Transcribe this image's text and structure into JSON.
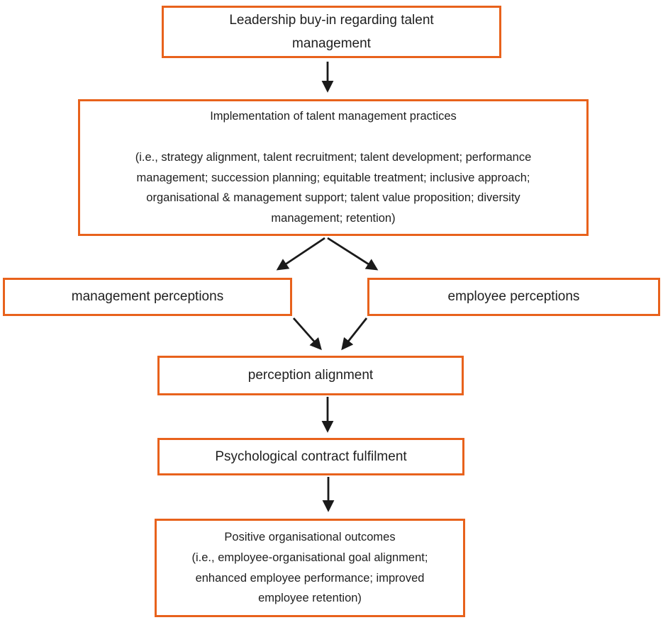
{
  "diagram": {
    "accent_color": "#E8621C",
    "arrow_color": "#1a1a1a",
    "nodes": {
      "leadership": {
        "label": "Leadership buy-in regarding talent management"
      },
      "implementation": {
        "title": "Implementation of talent management practices",
        "detail": "(i.e., strategy alignment, talent recruitment; talent development; performance management; succession planning; equitable treatment; inclusive approach; organisational & management support; talent value proposition; diversity management; retention)"
      },
      "management_perceptions": {
        "label": "management perceptions"
      },
      "employee_perceptions": {
        "label": "employee perceptions"
      },
      "perception_alignment": {
        "label": "perception alignment"
      },
      "psychological_contract": {
        "label": "Psychological contract fulfilment"
      },
      "outcomes": {
        "title": "Positive organisational outcomes",
        "detail": "(i.e., employee-organisational goal alignment; enhanced employee performance; improved employee retention)"
      }
    },
    "edges": [
      {
        "from": "leadership",
        "to": "implementation"
      },
      {
        "from": "implementation",
        "to": "management_perceptions"
      },
      {
        "from": "implementation",
        "to": "employee_perceptions"
      },
      {
        "from": "management_perceptions",
        "to": "perception_alignment"
      },
      {
        "from": "employee_perceptions",
        "to": "perception_alignment"
      },
      {
        "from": "perception_alignment",
        "to": "psychological_contract"
      },
      {
        "from": "psychological_contract",
        "to": "outcomes"
      }
    ]
  }
}
